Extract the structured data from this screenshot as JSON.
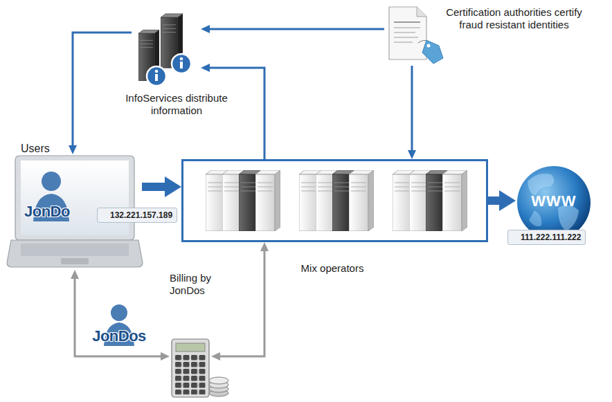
{
  "diagram": {
    "nodes": [
      {
        "text": [
          "InfoServices distribute information"
        ]
      },
      {
        "text": [
          "Certification authorities certify fraud resistant identities"
        ]
      },
      {
        "text": [
          "Users",
          "JonDo",
          "132.221.157.189"
        ]
      },
      {
        "text": [
          "Mix operators"
        ]
      },
      {
        "text": [
          "WWW",
          "111.222.111.222"
        ]
      },
      {
        "text": [
          "Billing by JonDos",
          "JonDos"
        ]
      }
    ],
    "edges": [
      {
        "from": 1,
        "to": 0,
        "arrow": "to"
      },
      {
        "from": 1,
        "to": 3,
        "arrow": "to"
      },
      {
        "from": 3,
        "to": 0,
        "arrow": "to"
      },
      {
        "from": 0,
        "to": 2,
        "arrow": "to"
      },
      {
        "from": 2,
        "to": 3,
        "arrow": "to"
      },
      {
        "from": 3,
        "to": 4,
        "arrow": "to"
      },
      {
        "from": 5,
        "to": 2,
        "arrow": "both"
      },
      {
        "from": 5,
        "to": 3,
        "arrow": "both"
      }
    ]
  }
}
